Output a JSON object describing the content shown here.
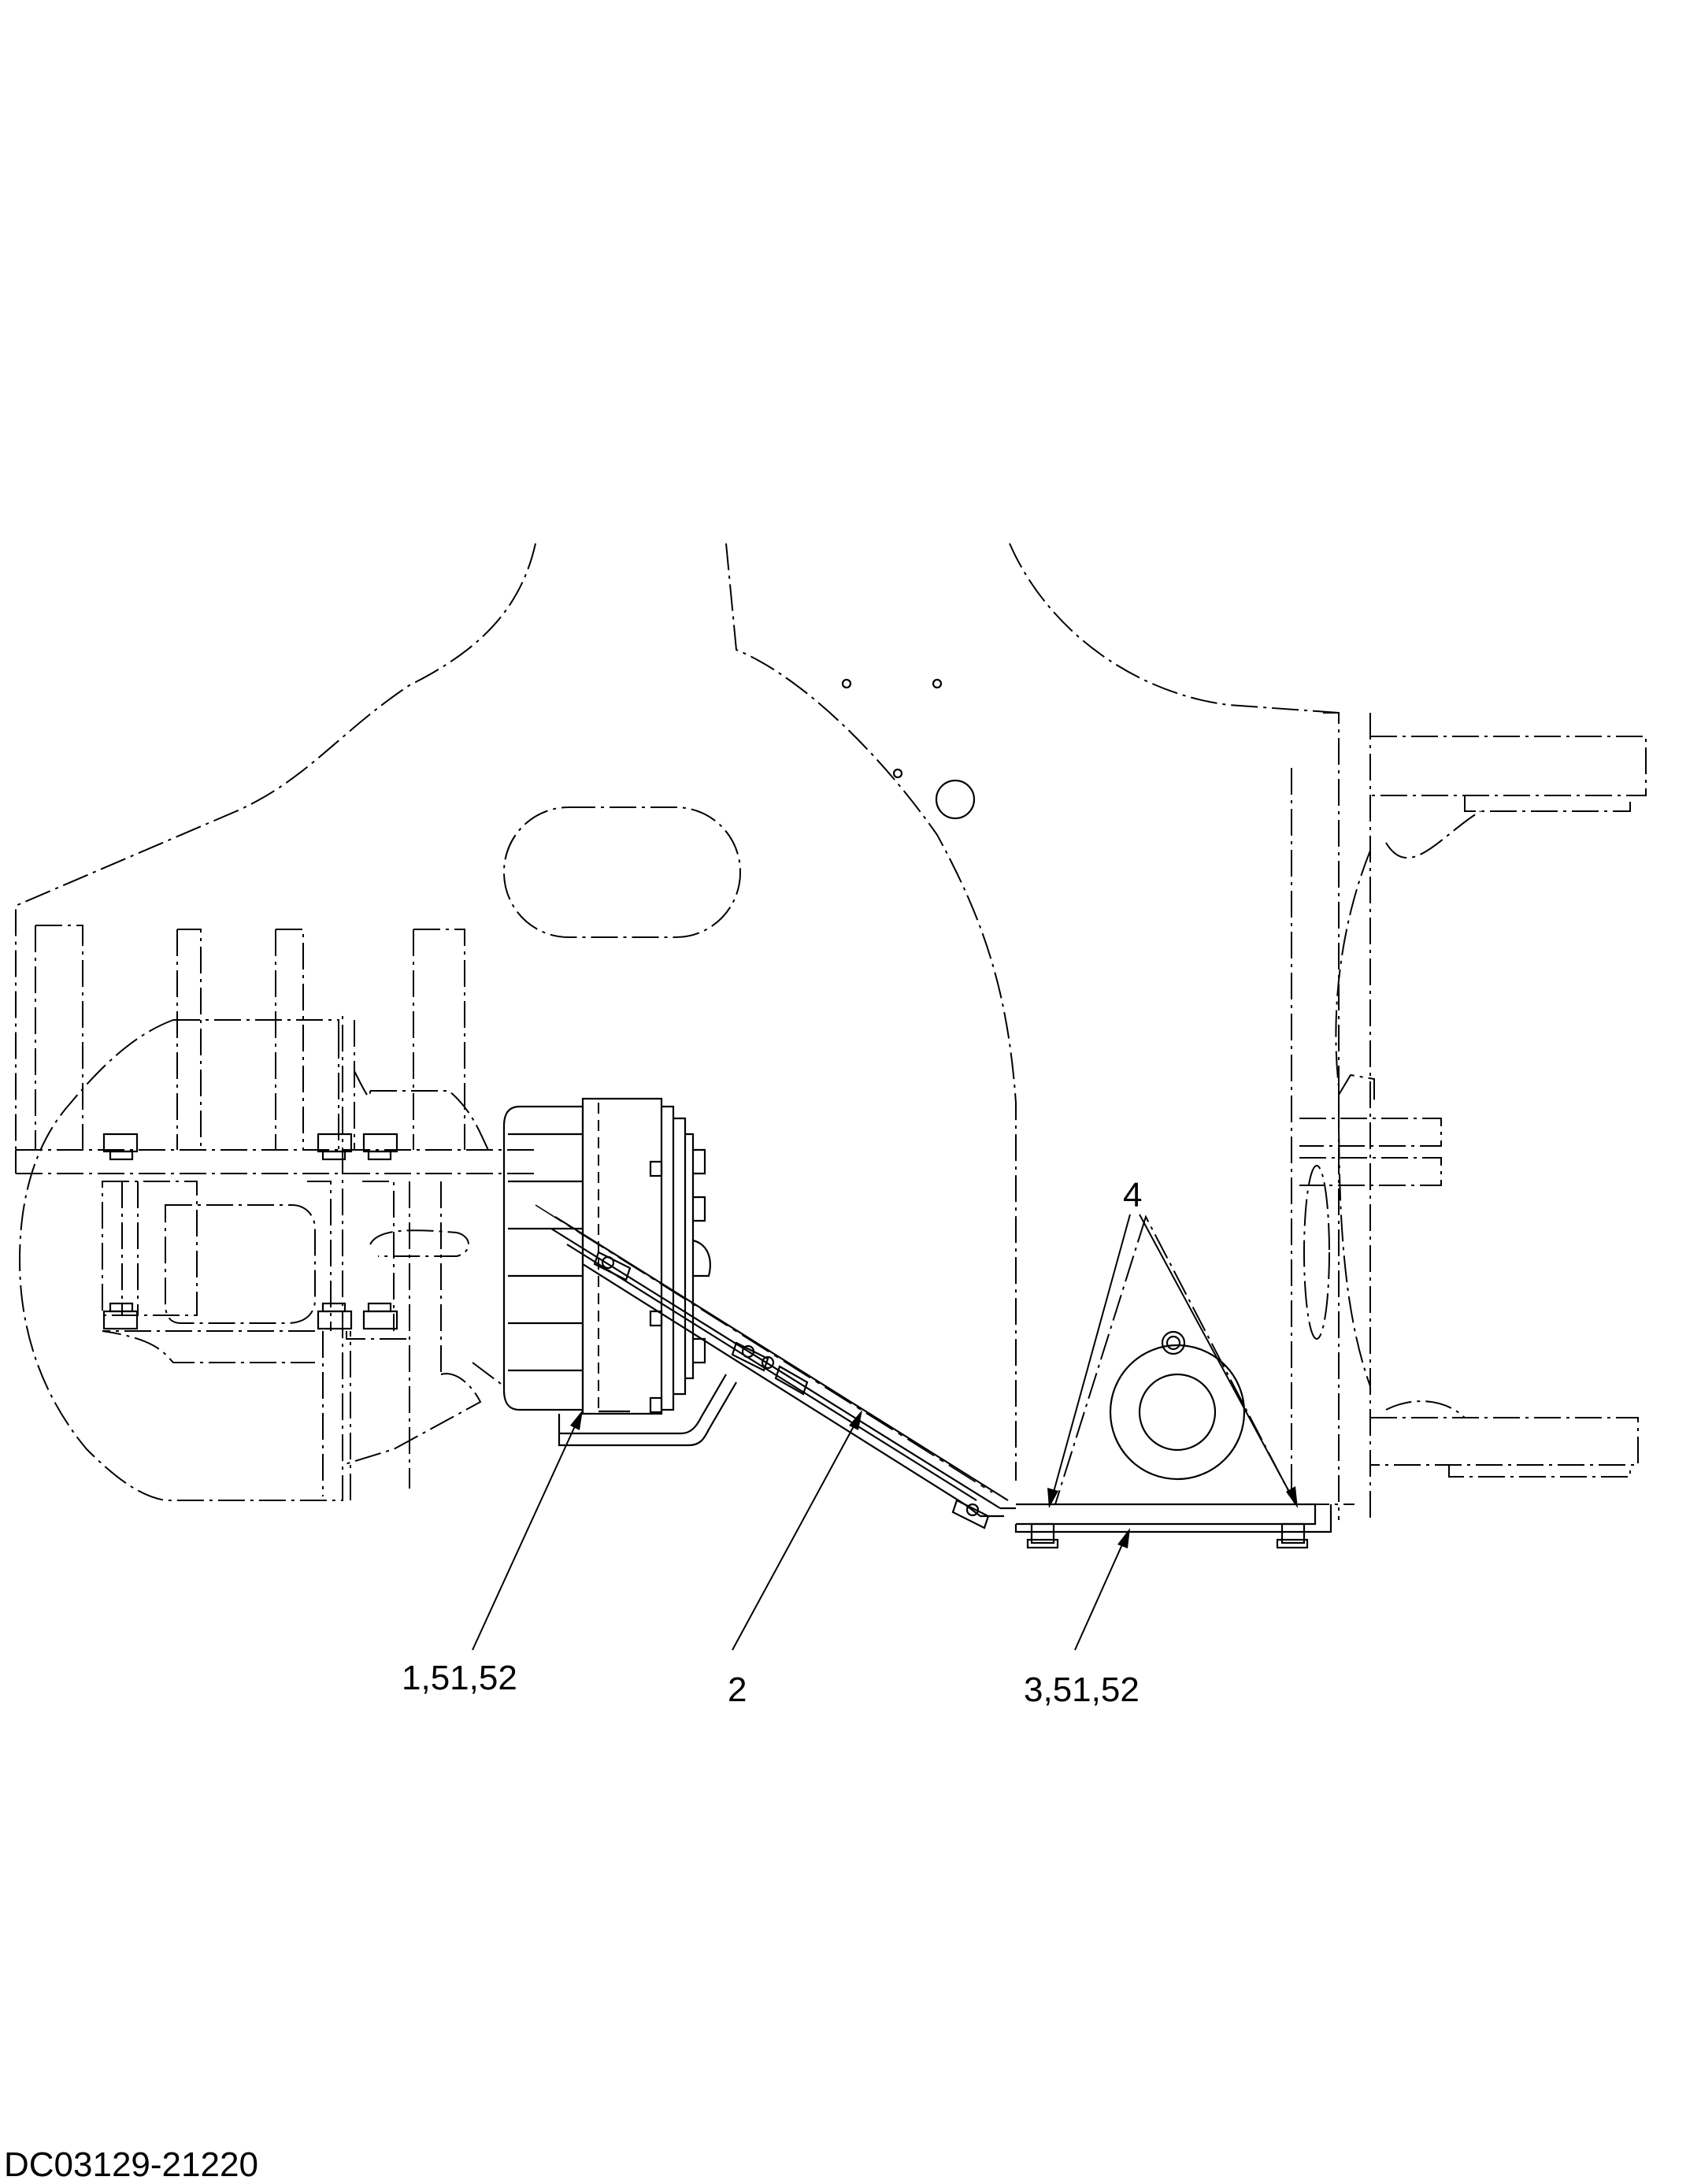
{
  "callouts": {
    "part_1": "1,51,52",
    "part_2": "2",
    "part_3": "3,51,52",
    "part_4": "4"
  },
  "drawing_number": "DC03129-21220"
}
